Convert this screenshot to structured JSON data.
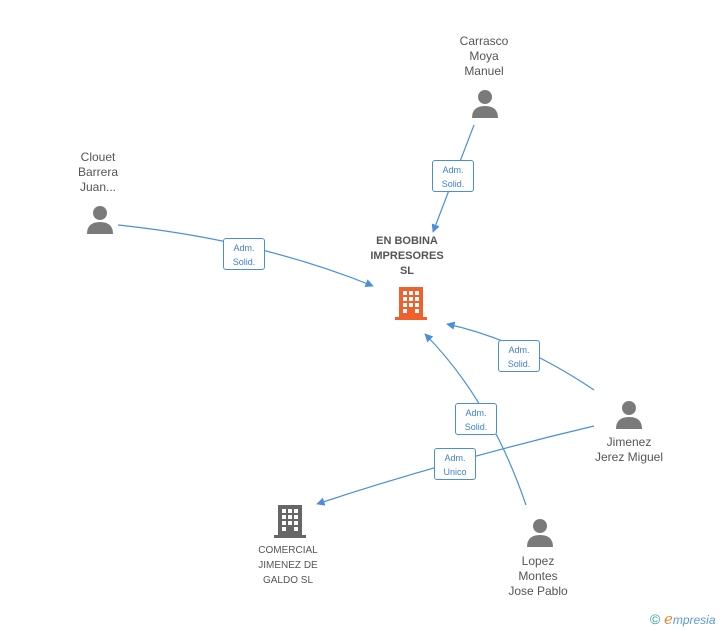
{
  "center_company": {
    "name_lines": [
      "EN BOBINA",
      "IMPRESORES",
      "SL"
    ],
    "icon": "building-icon",
    "color": "#f0602c"
  },
  "persons": [
    {
      "id": "carrasco",
      "name_lines": [
        "Carrasco",
        "Moya",
        "Manuel"
      ],
      "icon": "person-icon"
    },
    {
      "id": "clouet",
      "name_lines": [
        "Clouet",
        "Barrera",
        "Juan..."
      ],
      "icon": "person-icon"
    },
    {
      "id": "jimenez",
      "name_lines": [
        "Jimenez",
        "Jerez Miguel"
      ],
      "icon": "person-icon"
    },
    {
      "id": "lopez",
      "name_lines": [
        "Lopez",
        "Montes",
        "Jose Pablo"
      ],
      "icon": "person-icon"
    }
  ],
  "other_company": {
    "name_lines": [
      "COMERCIAL",
      "JIMENEZ DE",
      "GALDO SL"
    ],
    "icon": "building-icon",
    "color": "#666666"
  },
  "edges": [
    {
      "from": "carrasco",
      "to": "center",
      "label_lines": [
        "Adm.",
        "Solid."
      ]
    },
    {
      "from": "clouet",
      "to": "center",
      "label_lines": [
        "Adm.",
        "Solid."
      ]
    },
    {
      "from": "jimenez",
      "to": "center",
      "label_lines": [
        "Adm.",
        "Solid."
      ]
    },
    {
      "from": "lopez",
      "to": "center",
      "label_lines": [
        "Adm.",
        "Solid."
      ]
    },
    {
      "from": "jimenez",
      "to": "comercial",
      "label_lines": [
        "Adm.",
        "Unico"
      ]
    }
  ],
  "colors": {
    "edge": "#4a8fdc",
    "person": "#7a7a7a"
  },
  "footer": {
    "copyright": "©",
    "brand_initial": "e",
    "brand_rest": "mpresia"
  }
}
